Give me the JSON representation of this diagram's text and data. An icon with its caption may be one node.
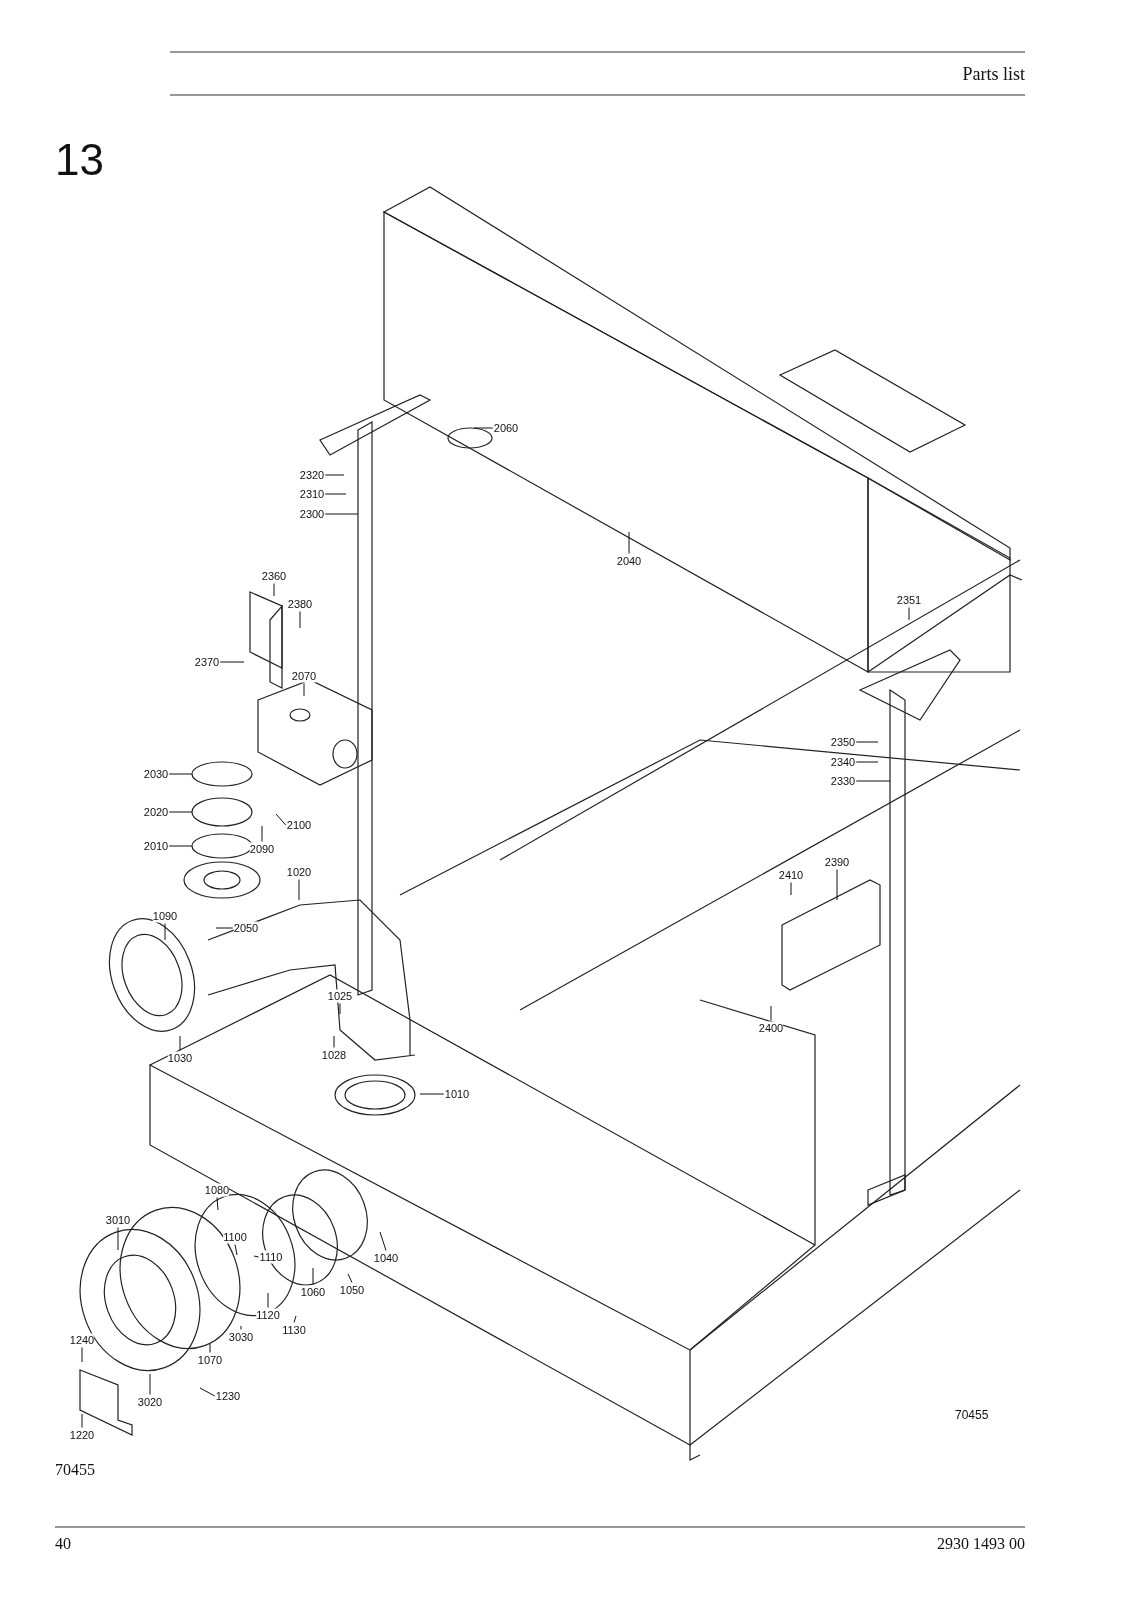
{
  "diagram": {
    "title": "Parts list",
    "nodes": [
      {
        "text": [
          "2060"
        ]
      },
      {
        "text": [
          "2320"
        ]
      },
      {
        "text": [
          "2310"
        ]
      },
      {
        "text": [
          "2300"
        ]
      },
      {
        "text": [
          "2040"
        ]
      },
      {
        "text": [
          "2360"
        ]
      },
      {
        "text": [
          "2380"
        ]
      },
      {
        "text": [
          "2370"
        ]
      },
      {
        "text": [
          "2070"
        ]
      },
      {
        "text": [
          "2351"
        ]
      },
      {
        "text": [
          "2350"
        ]
      },
      {
        "text": [
          "2340"
        ]
      },
      {
        "text": [
          "2330"
        ]
      },
      {
        "text": [
          "2030"
        ]
      },
      {
        "text": [
          "2020"
        ]
      },
      {
        "text": [
          "2100"
        ]
      },
      {
        "text": [
          "2010"
        ]
      },
      {
        "text": [
          "2090"
        ]
      },
      {
        "text": [
          "1020"
        ]
      },
      {
        "text": [
          "2410"
        ]
      },
      {
        "text": [
          "2390"
        ]
      },
      {
        "text": [
          "1090"
        ]
      },
      {
        "text": [
          "2050"
        ]
      },
      {
        "text": [
          "1025"
        ]
      },
      {
        "text": [
          "2400"
        ]
      },
      {
        "text": [
          "1028"
        ]
      },
      {
        "text": [
          "1030"
        ]
      },
      {
        "text": [
          "1010"
        ]
      },
      {
        "text": [
          "1080"
        ]
      },
      {
        "text": [
          "3010"
        ]
      },
      {
        "text": [
          "1100"
        ]
      },
      {
        "text": [
          "1110"
        ]
      },
      {
        "text": [
          "1040"
        ]
      },
      {
        "text": [
          "1060"
        ]
      },
      {
        "text": [
          "1050"
        ]
      },
      {
        "text": [
          "1120"
        ]
      },
      {
        "text": [
          "1130"
        ]
      },
      {
        "text": [
          "3030"
        ]
      },
      {
        "text": [
          "1240"
        ]
      },
      {
        "text": [
          "1070"
        ]
      },
      {
        "text": [
          "1230"
        ]
      },
      {
        "text": [
          "3020"
        ]
      },
      {
        "text": [
          "1220"
        ]
      }
    ],
    "edges": [
      {
        "from": 0,
        "to": null,
        "arrow": "none"
      },
      {
        "from": 1,
        "to": null,
        "arrow": "none"
      },
      {
        "from": 2,
        "to": null,
        "arrow": "none"
      },
      {
        "from": 3,
        "to": null,
        "arrow": "none"
      },
      {
        "from": 4,
        "to": null,
        "arrow": "none"
      },
      {
        "from": 5,
        "to": null,
        "arrow": "none"
      },
      {
        "from": 6,
        "to": null,
        "arrow": "none"
      },
      {
        "from": 7,
        "to": null,
        "arrow": "none"
      },
      {
        "from": 8,
        "to": null,
        "arrow": "none"
      },
      {
        "from": 9,
        "to": null,
        "arrow": "none"
      },
      {
        "from": 10,
        "to": null,
        "arrow": "none"
      },
      {
        "from": 11,
        "to": null,
        "arrow": "none"
      },
      {
        "from": 12,
        "to": null,
        "arrow": "none"
      },
      {
        "from": 13,
        "to": null,
        "arrow": "none"
      },
      {
        "from": 14,
        "to": null,
        "arrow": "none"
      },
      {
        "from": 15,
        "to": null,
        "arrow": "none"
      },
      {
        "from": 16,
        "to": null,
        "arrow": "none"
      },
      {
        "from": 17,
        "to": null,
        "arrow": "none"
      },
      {
        "from": 18,
        "to": null,
        "arrow": "none"
      },
      {
        "from": 19,
        "to": null,
        "arrow": "none"
      },
      {
        "from": 20,
        "to": null,
        "arrow": "none"
      },
      {
        "from": 21,
        "to": null,
        "arrow": "none"
      },
      {
        "from": 22,
        "to": null,
        "arrow": "none"
      },
      {
        "from": 23,
        "to": null,
        "arrow": "none"
      },
      {
        "from": 24,
        "to": null,
        "arrow": "none"
      },
      {
        "from": 25,
        "to": null,
        "arrow": "none"
      },
      {
        "from": 26,
        "to": null,
        "arrow": "none"
      },
      {
        "from": 27,
        "to": null,
        "arrow": "none"
      },
      {
        "from": 28,
        "to": null,
        "arrow": "none"
      },
      {
        "from": 29,
        "to": null,
        "arrow": "none"
      },
      {
        "from": 30,
        "to": null,
        "arrow": "none"
      },
      {
        "from": 31,
        "to": null,
        "arrow": "none"
      },
      {
        "from": 32,
        "to": null,
        "arrow": "none"
      },
      {
        "from": 33,
        "to": null,
        "arrow": "none"
      },
      {
        "from": 34,
        "to": null,
        "arrow": "none"
      },
      {
        "from": 35,
        "to": null,
        "arrow": "none"
      },
      {
        "from": 36,
        "to": null,
        "arrow": "none"
      },
      {
        "from": 37,
        "to": null,
        "arrow": "none"
      },
      {
        "from": 38,
        "to": null,
        "arrow": "none"
      },
      {
        "from": 39,
        "to": null,
        "arrow": "none"
      },
      {
        "from": 40,
        "to": null,
        "arrow": "none"
      },
      {
        "from": 41,
        "to": null,
        "arrow": "none"
      },
      {
        "from": 42,
        "to": null,
        "arrow": "none"
      }
    ],
    "labels": [
      "13",
      "70455",
      "70455",
      "40",
      "2930 1493 00"
    ]
  }
}
